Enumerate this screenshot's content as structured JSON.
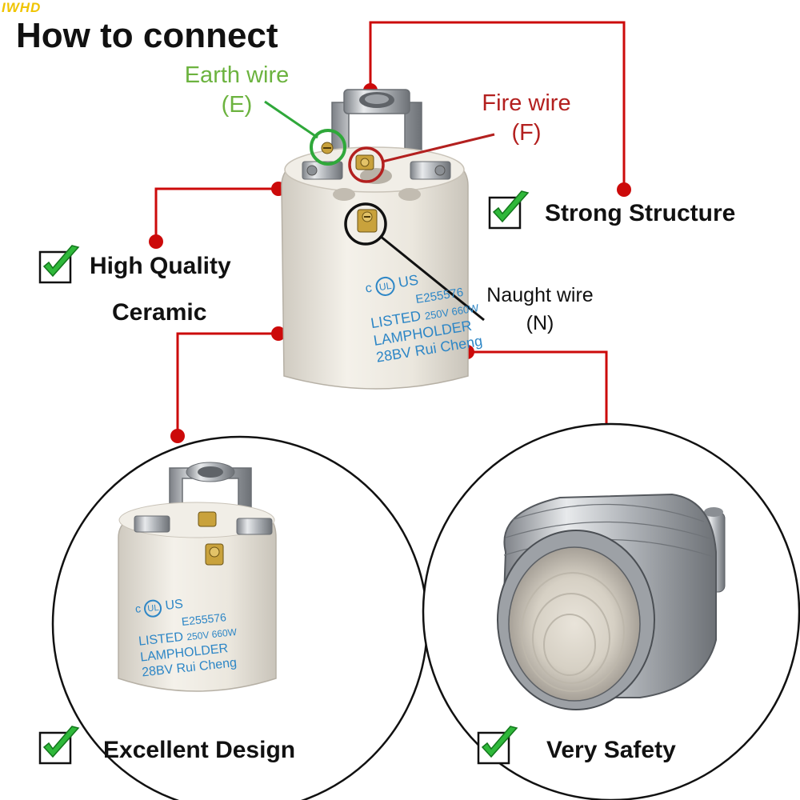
{
  "brand": {
    "text": "IWHD",
    "color": "#f0c400"
  },
  "title": "How to connect",
  "labels": {
    "earth": {
      "line1": "Earth wire",
      "line2": "(E)",
      "color": "#6cb33f"
    },
    "fire": {
      "line1": "Fire wire",
      "line2": "(F)",
      "color": "#b3201f"
    },
    "naught": {
      "line1": "Naught wire",
      "line2": "(N)",
      "color": "#111111"
    }
  },
  "product_print": {
    "brand_mark": "US",
    "code": "E255576",
    "listed": "LISTED",
    "rating": "250V 660W",
    "type": "LAMPHOLDER",
    "maker": "28BV Rui Cheng"
  },
  "features": [
    {
      "id": "strong",
      "label": "Strong Structure"
    },
    {
      "id": "quality",
      "label": "High Quality",
      "label2": "Ceramic"
    },
    {
      "id": "design",
      "label": "Excellent Design"
    },
    {
      "id": "safety",
      "label": "Very Safety"
    }
  ],
  "colors": {
    "connector": "#cc0a0a",
    "check_green": "#2fb83a",
    "ceramic": "#eeeae2",
    "print_blue": "#2d86c6",
    "metal": "#b9bcc0"
  }
}
